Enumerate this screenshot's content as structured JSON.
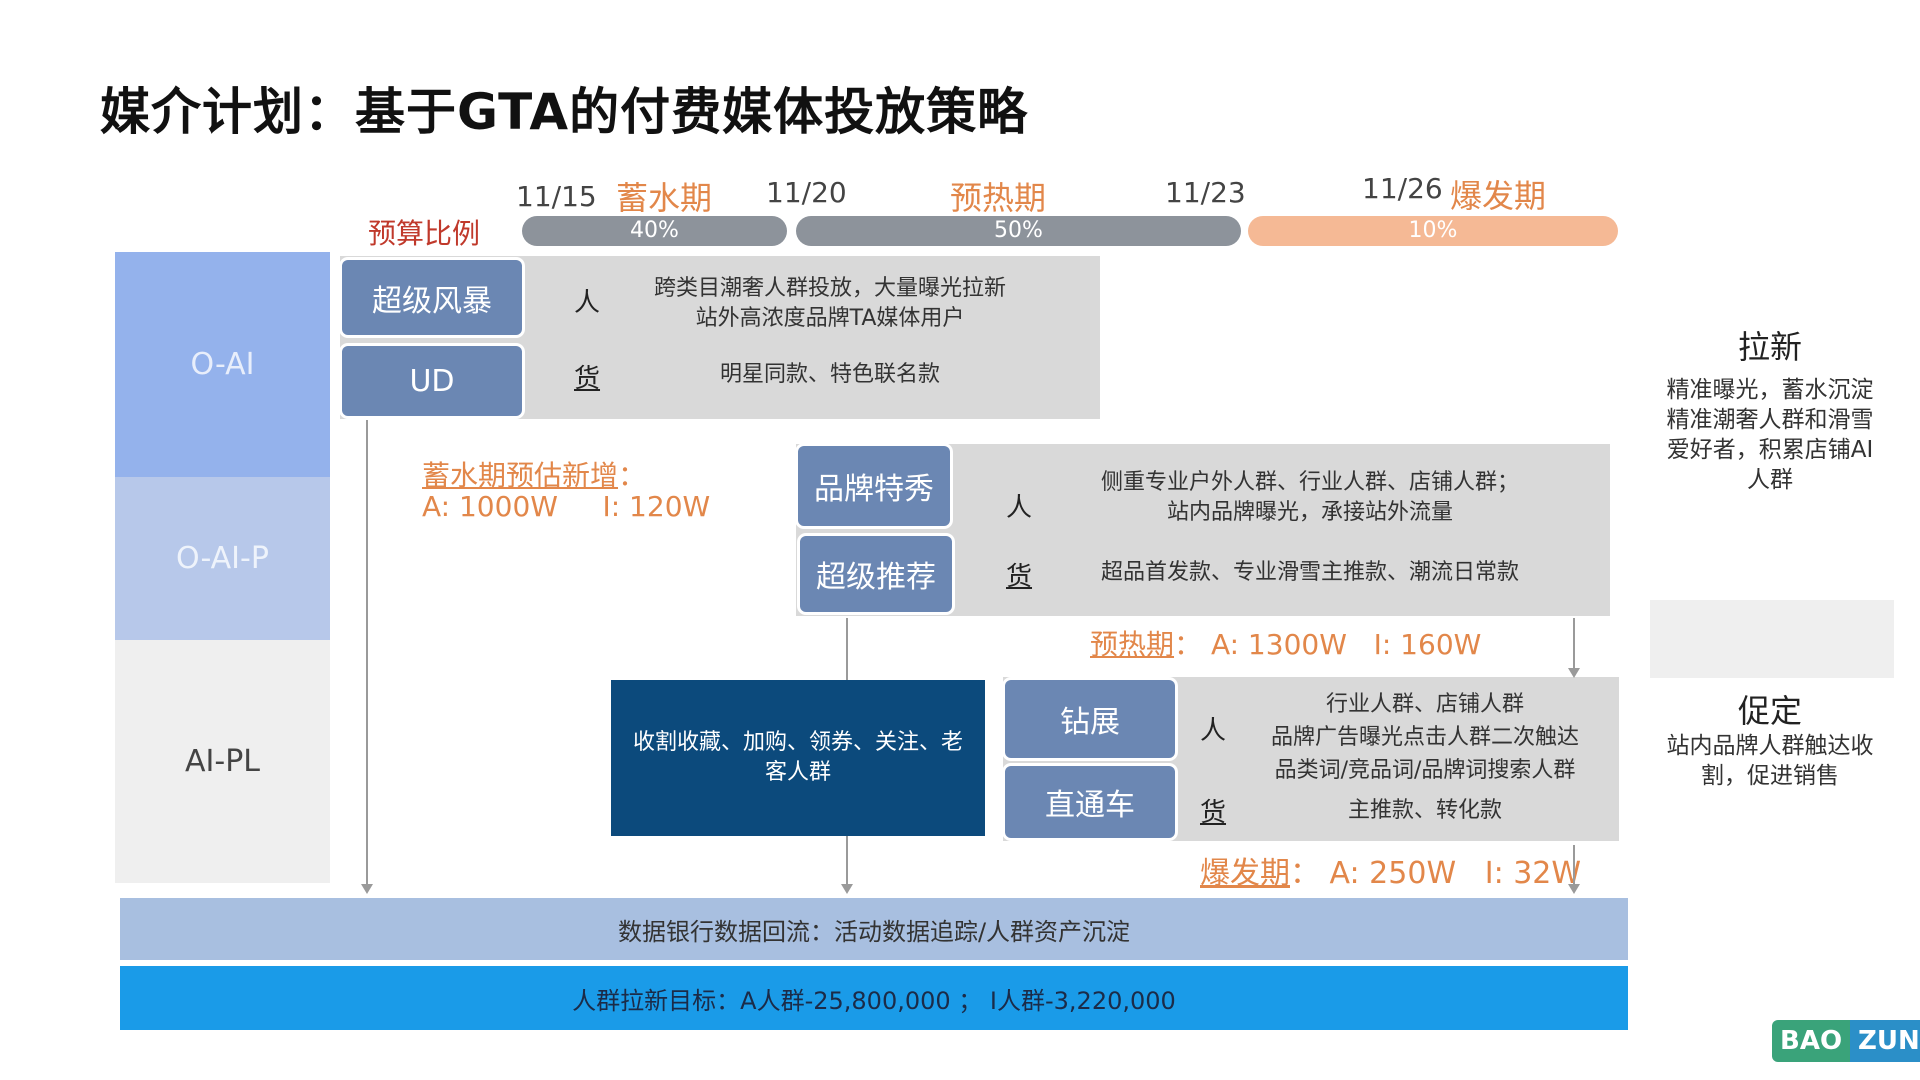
{
  "title": "媒介计划：基于GTA的付费媒体投放策略",
  "timeline": {
    "dates": [
      "11/15",
      "11/20",
      "11/23",
      "11/26"
    ],
    "phases": [
      "蓄水期",
      "预热期",
      "爆发期"
    ],
    "budget_label": "预算比例",
    "budget": [
      {
        "label": "40%",
        "share": 0.4,
        "color": "#8d939b"
      },
      {
        "label": "50%",
        "share": 0.5,
        "color": "#8d939b"
      },
      {
        "label": "10%",
        "share": 0.1,
        "color": "#f5b995"
      }
    ]
  },
  "columns": [
    {
      "label": "O-AI",
      "color": "#94b2ec"
    },
    {
      "label": "O-AI-P",
      "color": "#b7c8ea"
    },
    {
      "label": "AI-PL",
      "color": "#efefef"
    }
  ],
  "panel1": {
    "buttons": [
      "超级风暴",
      "UD"
    ],
    "people_icon": "人",
    "goods_icon": "货",
    "people_text": [
      "跨类目潮奢人群投放，大量曝光拉新",
      "站外高浓度品牌TA媒体用户"
    ],
    "goods_text": "明星同款、特色联名款"
  },
  "estimate1": {
    "label": "蓄水期预估新增",
    "colon": "：",
    "a": "A: 1000W",
    "i": "I: 120W"
  },
  "panel2": {
    "buttons": [
      "品牌特秀",
      "超级推荐"
    ],
    "people_icon": "人",
    "goods_icon": "货",
    "people_text": [
      "侧重专业户外人群、行业人群、店铺人群；",
      "站内品牌曝光，承接站外流量"
    ],
    "goods_text": "超品首发款、专业滑雪主推款、潮流日常款"
  },
  "estimate2": {
    "label": "预热期",
    "colon": "：",
    "a": "A: 1300W",
    "i": "I: 160W"
  },
  "harvest_box": [
    "收割收藏、加购、领券、关注、老",
    "客人群"
  ],
  "panel3": {
    "buttons": [
      "钻展",
      "直通车"
    ],
    "people_icon": "人",
    "goods_icon": "货",
    "people_text": [
      "行业人群、店铺人群",
      "品牌广告曝光点击人群二次触达",
      "品类词/竞品词/品牌词搜索人群"
    ],
    "goods_text": "主推款、转化款"
  },
  "estimate3": {
    "label": "爆发期",
    "colon": "：",
    "a": "A: 250W",
    "i": "I: 32W"
  },
  "bottom_bar1": "数据银行数据回流：活动数据追踪/人群资产沉淀",
  "bottom_bar2": "人群拉新目标：A人群-25,800,000 ； I人群-3,220,000",
  "right": {
    "heading1": "拉新",
    "text1": [
      "精准曝光，蓄水沉淀",
      "精准潮奢人群和滑雪",
      "爱好者，积累店铺AI",
      "人群"
    ],
    "heading2": "促定",
    "text2": [
      "站内品牌人群触达收",
      "割，促进销售"
    ]
  },
  "logo": {
    "left": "BAO",
    "right": "ZUN",
    "left_color": "#3aa37a",
    "right_color": "#2b8fc8"
  }
}
